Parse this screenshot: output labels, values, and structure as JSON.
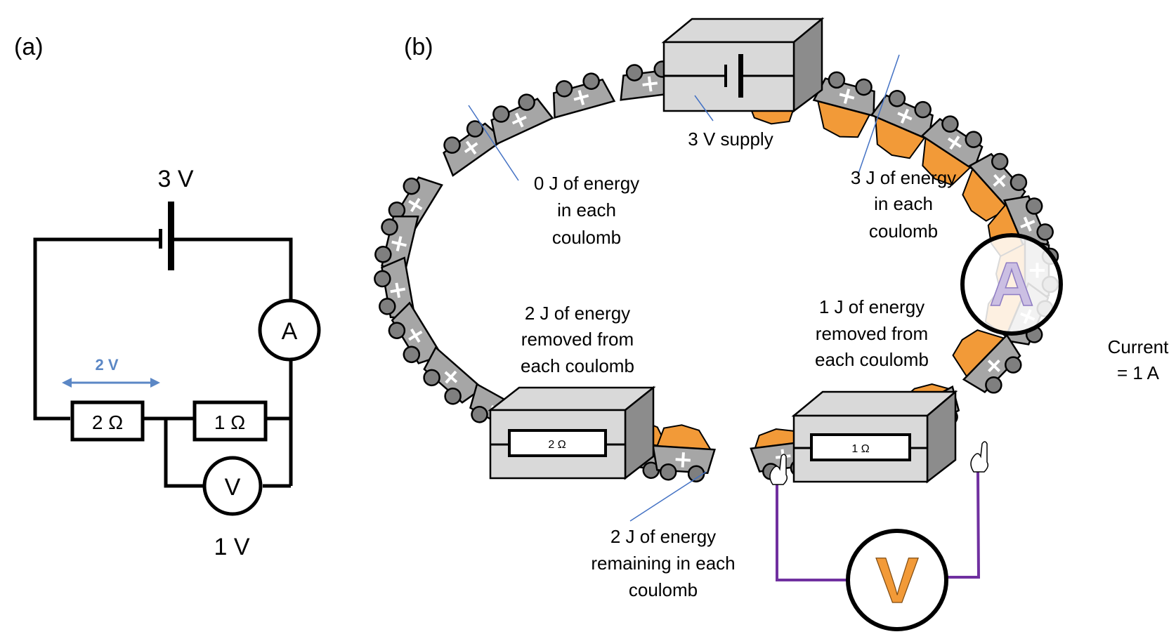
{
  "panel_a": {
    "label": "(a)",
    "supply_voltage": "3 V",
    "ammeter_symbol": "A",
    "voltmeter_symbol": "V",
    "resistor_1": "2 Ω",
    "resistor_2": "1 Ω",
    "pd_arrow_label": "2 V",
    "voltmeter_reading": "1 V"
  },
  "panel_b": {
    "label": "(b)",
    "supply_label": "3 V supply",
    "resistor_1": "2 Ω",
    "resistor_2": "1 Ω",
    "ammeter_symbol": "A",
    "voltmeter_symbol": "V",
    "annotations": {
      "zero_energy": [
        "0 J of energy",
        "in each",
        "coulomb"
      ],
      "full_energy": [
        "3 J of energy",
        "in each",
        "coulomb"
      ],
      "removed_2j": [
        "2 J of energy",
        "removed from",
        "each coulomb"
      ],
      "removed_1j": [
        "1 J of energy",
        "removed from",
        "each coulomb"
      ],
      "remaining_2j": [
        "2 J of energy",
        "remaining in each",
        "coulomb"
      ],
      "current": [
        "Current",
        "= 1 A"
      ]
    },
    "cart_symbol": "+"
  },
  "colors": {
    "cart": "#a6a6a6",
    "wheel": "#7f7f7f",
    "energy": "#f29a38",
    "box": "#d9d9d9",
    "box_dark": "#8c8c8c",
    "pointer_line": "#4472c4",
    "pd_arrow": "#5b87c5",
    "voltmeter_wire": "#7030a0",
    "ammeter_letter": "#b4a7d6"
  }
}
